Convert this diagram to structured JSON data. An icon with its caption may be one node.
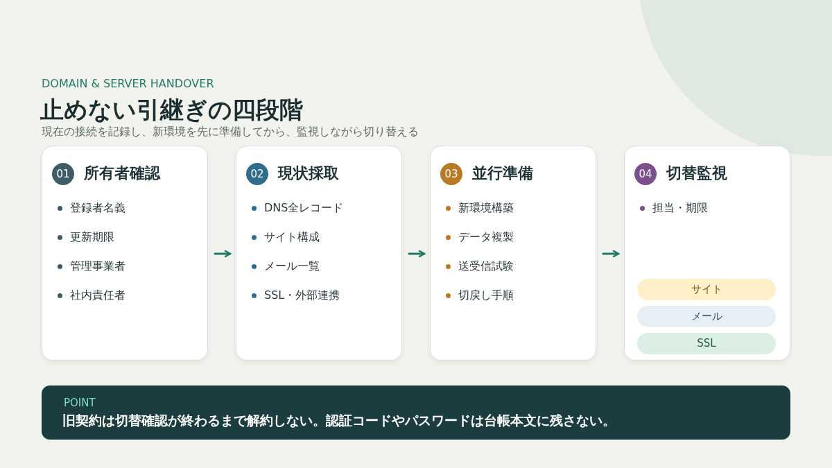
{
  "diagram": {
    "title": "止めない引継ぎの四段階",
    "nodes": [
      {
        "text": [
          "01",
          "所有者確認",
          "登録者名義",
          "更新期限",
          "管理事業者",
          "社内責任者"
        ]
      },
      {
        "text": [
          "02",
          "現状採取",
          "DNS全レコード",
          "サイト構成",
          "メール一覧",
          "SSL・外部連携"
        ]
      },
      {
        "text": [
          "03",
          "並行準備",
          "新環境構築",
          "データ複製",
          "送受信試験",
          "切戻し手順"
        ]
      },
      {
        "text": [
          "04",
          "切替監視",
          "担当・期限"
        ]
      },
      {
        "text": [
          "サイト"
        ],
        "in": 3
      },
      {
        "text": [
          "メール"
        ],
        "in": 3
      },
      {
        "text": [
          "SSL"
        ],
        "in": 3
      },
      {
        "text": [
          "POINT",
          "旧契約は切替確認が終わるまで解約しない。認証コードやパスワードは台帳本文に残さない。"
        ]
      }
    ],
    "edges": [
      {
        "from": 0,
        "to": 1,
        "arrow": "to"
      },
      {
        "from": 1,
        "to": 2,
        "arrow": "to"
      },
      {
        "from": 2,
        "to": 3,
        "arrow": "to"
      }
    ],
    "labels": [
      "DOMAIN & SERVER HANDOVER",
      "現在の接続を記録し、新環境を先に準備してから、監視しながら切り替える"
    ]
  }
}
